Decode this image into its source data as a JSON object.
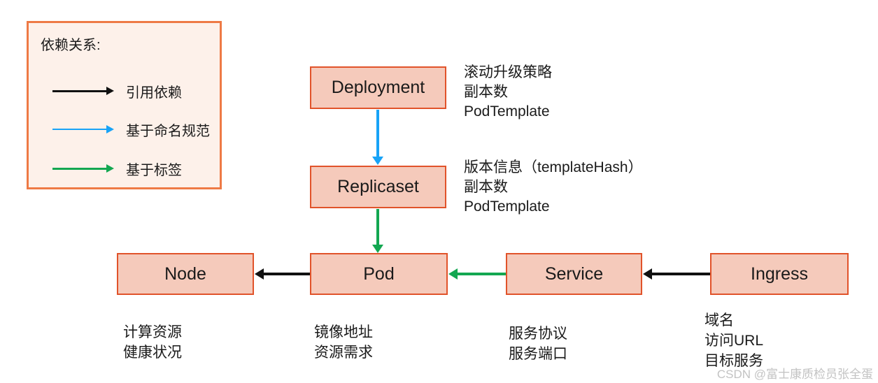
{
  "legend": {
    "title": "依赖关系:",
    "items": [
      {
        "label": "引用依赖",
        "color_key": "arrow-black",
        "color": "#111111"
      },
      {
        "label": "基于命名规范",
        "color_key": "arrow-blue",
        "color": "#18a3f7"
      },
      {
        "label": "基于标签",
        "color_key": "arrow-green",
        "color": "#13a751"
      }
    ]
  },
  "nodes": {
    "deployment": {
      "label": "Deployment",
      "notes": [
        "滚动升级策略",
        "副本数",
        "PodTemplate"
      ]
    },
    "replicaset": {
      "label": "Replicaset",
      "notes": [
        "版本信息（templateHash）",
        "副本数",
        "PodTemplate"
      ]
    },
    "node": {
      "label": "Node",
      "notes": [
        "计算资源",
        "健康状况"
      ]
    },
    "pod": {
      "label": "Pod",
      "notes": [
        "镜像地址",
        "资源需求"
      ]
    },
    "service": {
      "label": "Service",
      "notes": [
        "服务协议",
        "服务端口"
      ]
    },
    "ingress": {
      "label": "Ingress",
      "notes": [
        "域名",
        "访问URL",
        "目标服务"
      ]
    }
  },
  "edges": [
    {
      "from": "Deployment",
      "to": "Replicaset",
      "dependency": "基于命名规范",
      "color": "blue"
    },
    {
      "from": "Replicaset",
      "to": "Pod",
      "dependency": "基于标签",
      "color": "green"
    },
    {
      "from": "Pod",
      "to": "Node",
      "dependency": "引用依赖",
      "color": "black"
    },
    {
      "from": "Service",
      "to": "Pod",
      "dependency": "基于标签",
      "color": "green"
    },
    {
      "from": "Ingress",
      "to": "Service",
      "dependency": "引用依赖",
      "color": "black"
    }
  ],
  "watermark": {
    "text": "CSDN @富士康质检员张全蛋"
  },
  "colors": {
    "box-fill": "#f5cabb",
    "box-border": "#e1532a",
    "legend-fill": "#fdf1ea",
    "legend-border": "#ee7a45",
    "arrow-black": "#111111",
    "arrow-blue": "#18a3f7",
    "arrow-green": "#13a751",
    "text": "#1a1a1a",
    "watermark": "#c3c3c3"
  }
}
